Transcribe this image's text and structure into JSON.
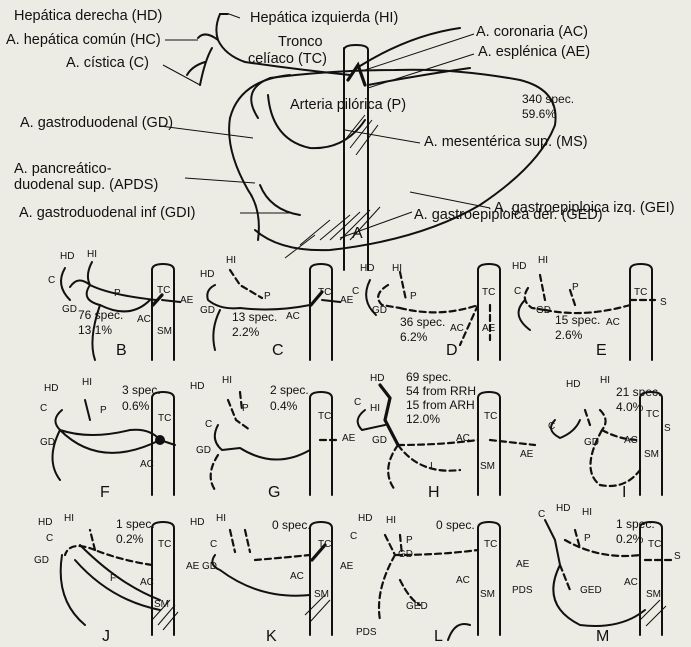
{
  "main_labels": {
    "hd": "Hepática derecha (HD)",
    "hi": "Hepática izquierda (HI)",
    "hc": "A. hepática común (HC)",
    "tc1": "Tronco",
    "tc2": "celíaco (TC)",
    "ac": "A. coronaria (AC)",
    "ae": "A. esplénica (AE)",
    "c": "A. cística (C)",
    "p": "Arteria pilórica (P)",
    "gd": "A. gastroduodenal (GD)",
    "ms": "A. mesentérica sup. (MS)",
    "apds1": "A. pancreático-",
    "apds2": "duodenal sup. (APDS)",
    "gei": "A. gastroepiploica izq. (GEI)",
    "gdi": "A. gastroduodenal inf (GDI)",
    "ged": "A. gastroepiploica der. (GED)",
    "stat1": "340 spec.",
    "stat2": "59.6%",
    "panel": "A"
  },
  "panels": [
    {
      "id": "B",
      "stat1": "76 spec.",
      "stat2": "13.1%"
    },
    {
      "id": "C",
      "stat1": "13 spec.",
      "stat2": "2.2%"
    },
    {
      "id": "D",
      "stat1": "36 spec.",
      "stat2": "6.2%"
    },
    {
      "id": "E",
      "stat1": "15 spec.",
      "stat2": "2.6%"
    },
    {
      "id": "F",
      "stat1": "3 spec.",
      "stat2": "0.6%"
    },
    {
      "id": "G",
      "stat1": "2 spec.",
      "stat2": "0.4%"
    },
    {
      "id": "H",
      "stat1": "69 spec.",
      "stat2": "54 from RRH",
      "stat3": "15 from ARH",
      "stat4": "12.0%"
    },
    {
      "id": "I",
      "stat1": "21 spec.",
      "stat2": "4.0%"
    },
    {
      "id": "J",
      "stat1": "1 spec.",
      "stat2": "0.2%"
    },
    {
      "id": "K",
      "stat1": "0 spec."
    },
    {
      "id": "L",
      "stat1": "0 spec."
    },
    {
      "id": "M",
      "stat1": "1 spec.",
      "stat2": "0.2%"
    }
  ],
  "abbr": {
    "HD": "HD",
    "HI": "HI",
    "C": "C",
    "P": "P",
    "GD": "GD",
    "TC": "TC",
    "AE": "AE",
    "AC": "AC",
    "SM": "SM",
    "S": "S",
    "GED": "GED",
    "PDS": "PDS",
    "I": "I",
    "F": "F"
  }
}
